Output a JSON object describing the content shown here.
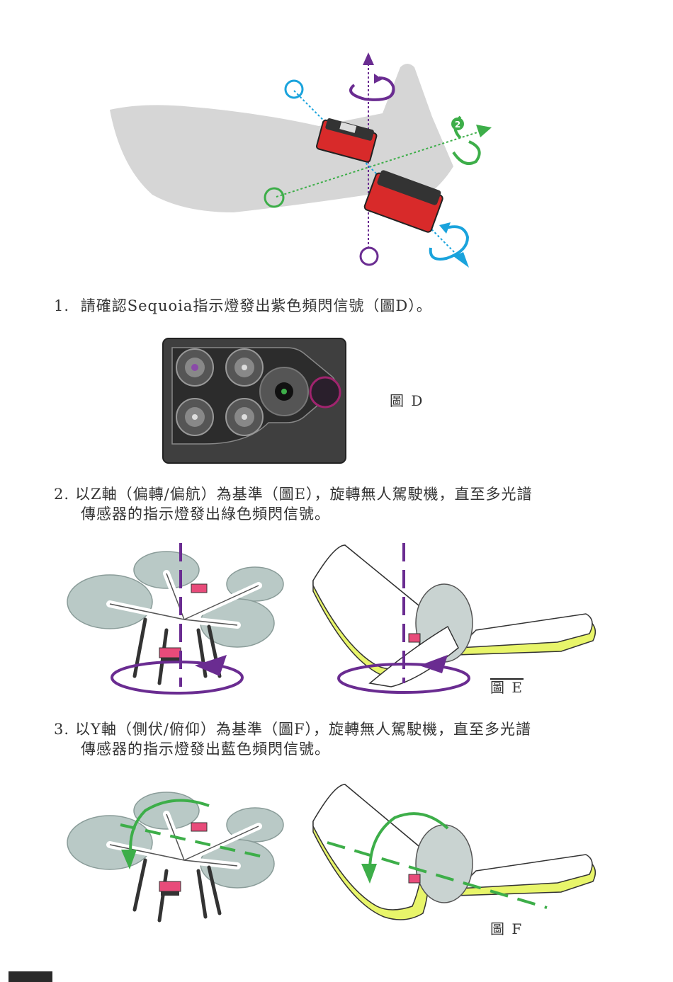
{
  "steps": [
    {
      "number": "1.",
      "text": "請確認Sequoia指示燈發出紫色頻閃信號（圖D）。"
    },
    {
      "number": "2.",
      "line1": "以Z軸（偏轉/偏航）為基準（圖E），旋轉無人駕駛機，直至多光譜",
      "line2": "傳感器的指示燈發出綠色頻閃信號。"
    },
    {
      "number": "3.",
      "line1": "以Y軸（側伏/俯仰）為基準（圖F），旋轉無人駕駛機，直至多光譜",
      "line2": "傳感器的指示燈發出藍色頻閃信號。"
    }
  ],
  "figures": {
    "d_caption": "圖 D",
    "e_caption": "圖 E",
    "f_caption": "圖 F"
  },
  "axis_diagram": {
    "badge_label": "2"
  },
  "colors": {
    "purple": "#6a2c91",
    "green": "#3dae49",
    "blue": "#1aa3dc",
    "sensor_red": "#d82a2a",
    "wing_yellow": "#e8f56a",
    "rotor_gray": "#b9c9c6"
  }
}
